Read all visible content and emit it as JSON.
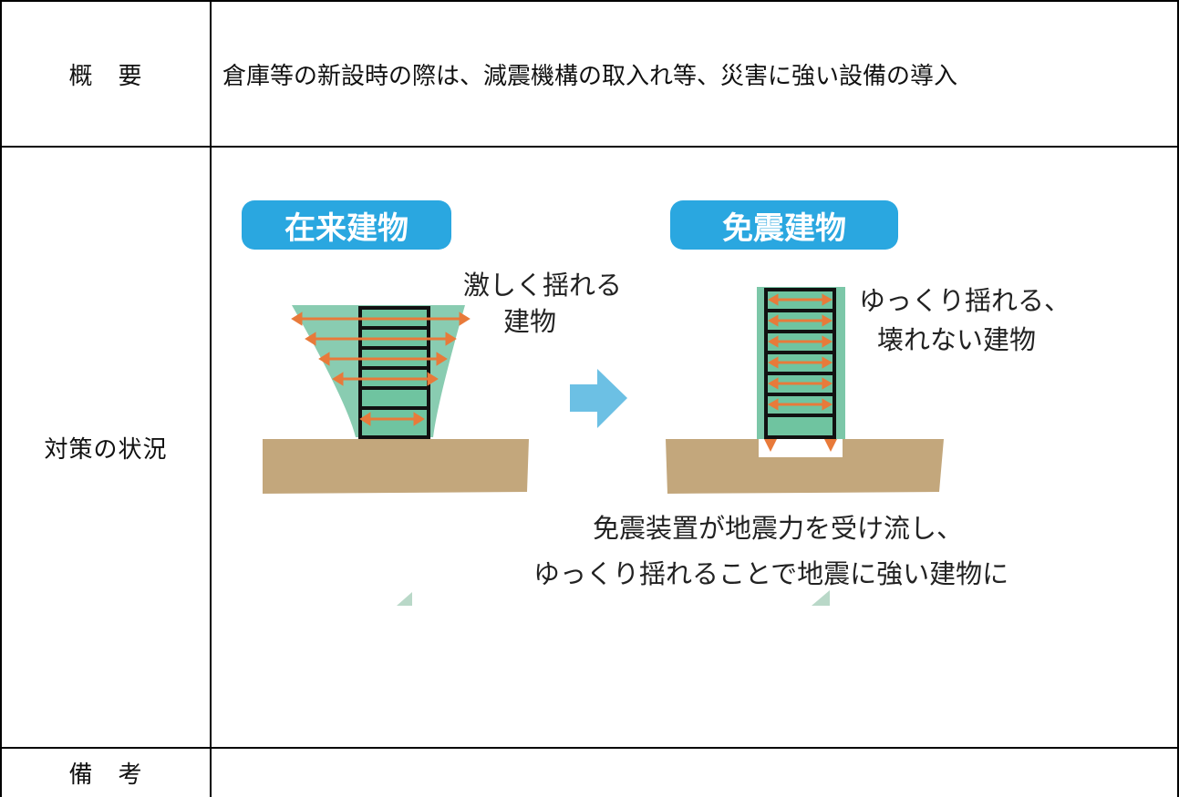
{
  "rows": {
    "summary": {
      "label": "概　要",
      "text": "倉庫等の新設時の際は、減震機構の取入れ等、災害に強い設備の導入"
    },
    "status": {
      "label": "対策の状況"
    },
    "remarks": {
      "label": "備　考",
      "text": ""
    }
  },
  "figure": {
    "left_title": "在来建物",
    "right_title": "免震建物",
    "left_caption_line1": "激しく揺れる",
    "left_caption_line2": "建物",
    "right_caption_line1": "ゆっくり揺れる、",
    "right_caption_line2": "壊れない建物",
    "bottom_caption_line1": "免震装置が地震力を受け流し、",
    "bottom_caption_line2": "ゆっくり揺れることで地震に強い建物に",
    "colors": {
      "title_bg": "#2aa7e0",
      "building_glow": "#7cc7a8",
      "floor_fill": "#6fc4a0",
      "arrow_orange": "#e87a3a",
      "ground": "#c3a77c",
      "transition_arrow": "#6cc0e4"
    }
  }
}
